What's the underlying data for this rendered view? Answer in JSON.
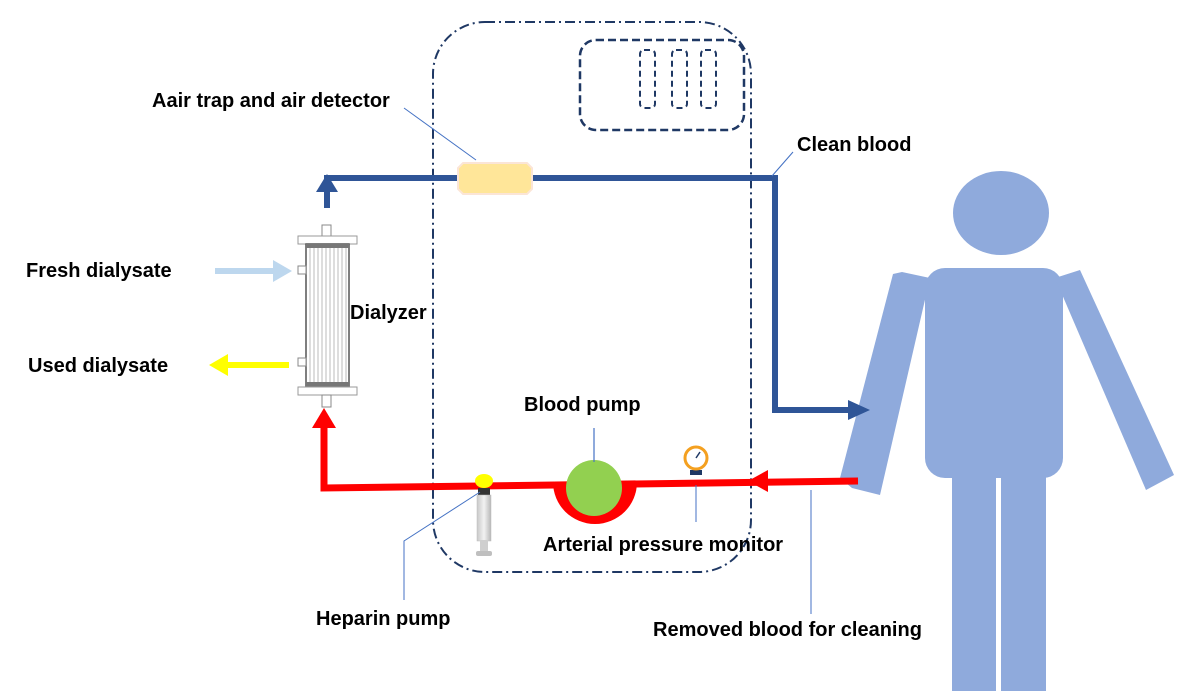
{
  "diagram": {
    "title": "Hemodialysis circuit",
    "labels": {
      "air_trap": "Aair trap and air detector",
      "clean_blood": "Clean blood",
      "fresh_dialysate": "Fresh dialysate",
      "used_dialysate": "Used dialysate",
      "dialyzer": "Dialyzer",
      "blood_pump": "Blood pump",
      "arterial_pressure_monitor": "Arterial pressure monitor",
      "heparin_pump": "Heparin pump",
      "removed_blood": "Removed blood for cleaning"
    },
    "colors": {
      "clean_blood_line": "#2f5597",
      "removed_blood_line": "#ff0000",
      "fresh_dialysate_arrow": "#bdd7ee",
      "used_dialysate_arrow": "#ffff00",
      "person": "#8faadc",
      "blood_pump": "#92d050",
      "air_trap": "#ffe699",
      "machine_outline": "#1f3864",
      "gauge_ring": "#f4a020",
      "heparin_clamp": "#ffff00"
    },
    "nodes": [
      {
        "id": "person",
        "type": "human-figure"
      },
      {
        "id": "machine",
        "type": "dialysis-machine"
      },
      {
        "id": "dialyzer",
        "type": "filter"
      },
      {
        "id": "blood_pump",
        "type": "pump"
      },
      {
        "id": "air_trap",
        "type": "detector"
      },
      {
        "id": "arterial_pressure_monitor",
        "type": "gauge"
      },
      {
        "id": "heparin_pump",
        "type": "syringe"
      }
    ],
    "flows": [
      {
        "from": "person",
        "to": "arterial_pressure_monitor",
        "label": "Removed blood for cleaning"
      },
      {
        "from": "arterial_pressure_monitor",
        "to": "blood_pump"
      },
      {
        "from": "blood_pump",
        "to": "heparin_pump"
      },
      {
        "from": "heparin_pump",
        "to": "dialyzer"
      },
      {
        "from": "dialyzer",
        "to": "air_trap"
      },
      {
        "from": "air_trap",
        "to": "person",
        "label": "Clean blood"
      },
      {
        "from": "fresh_dialysate",
        "to": "dialyzer"
      },
      {
        "from": "dialyzer",
        "to": "used_dialysate"
      }
    ]
  }
}
